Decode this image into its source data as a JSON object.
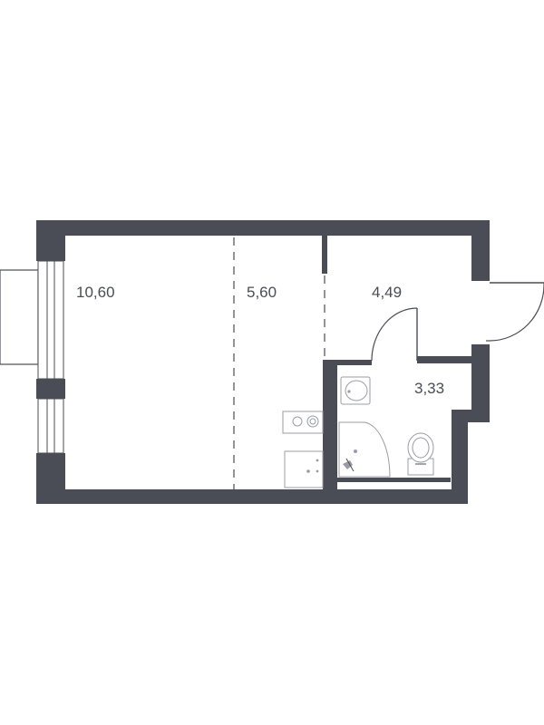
{
  "floor_plan": {
    "rooms": [
      {
        "id": "living",
        "area": "10,60"
      },
      {
        "id": "kitchen",
        "area": "5,60"
      },
      {
        "id": "hall",
        "area": "4,49"
      },
      {
        "id": "bathroom",
        "area": "3,33"
      }
    ],
    "colors": {
      "wall": "#4a4d55",
      "fixture": "#9a9ca3",
      "background": "#ffffff"
    }
  }
}
